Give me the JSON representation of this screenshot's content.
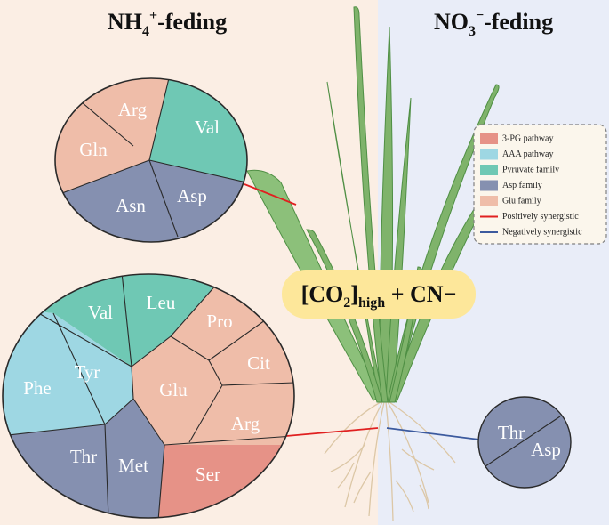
{
  "headers": {
    "left": {
      "base": "NH",
      "sub": "4",
      "sup": "+",
      "suffix": "-feding"
    },
    "right": {
      "base": "NO",
      "sub": "3",
      "sup": "−",
      "suffix": "-feding"
    }
  },
  "center_label": {
    "open": "[CO",
    "sub1": "2",
    "close": "]",
    "sub2": "high",
    "rest": " + CN−"
  },
  "colors": {
    "left_bg": "#fbeee4",
    "right_bg": "#e9edf8",
    "pg3": "#e69287",
    "aaa": "#9ed7e3",
    "pyruvate": "#6fc8b4",
    "asp": "#8590b0",
    "glu": "#efbda9",
    "positive": "#e02020",
    "negative": "#3c5a9e",
    "center_box": "#fde79a"
  },
  "legend": {
    "items": [
      {
        "label": "3-PG pathway",
        "kind": "swatch",
        "color_key": "pg3"
      },
      {
        "label": "AAA pathway",
        "kind": "swatch",
        "color_key": "aaa"
      },
      {
        "label": "Pyruvate family",
        "kind": "swatch",
        "color_key": "pyruvate"
      },
      {
        "label": "Asp family",
        "kind": "swatch",
        "color_key": "asp"
      },
      {
        "label": "Glu family",
        "kind": "swatch",
        "color_key": "glu"
      },
      {
        "label": "Positively synergistic",
        "kind": "line",
        "color_key": "positive"
      },
      {
        "label": "Negatively synergistic",
        "kind": "line",
        "color_key": "negative"
      }
    ]
  },
  "top_circle": {
    "segments": [
      "Arg",
      "Gln",
      "Val",
      "Asn",
      "Asp"
    ]
  },
  "big_circle": {
    "segments": [
      "Val",
      "Leu",
      "Pro",
      "Cit",
      "Tyr",
      "Phe",
      "Glu",
      "Arg",
      "Thr",
      "Met",
      "Ser"
    ]
  },
  "small_circle": {
    "segments": [
      "Thr",
      "Asp"
    ]
  }
}
